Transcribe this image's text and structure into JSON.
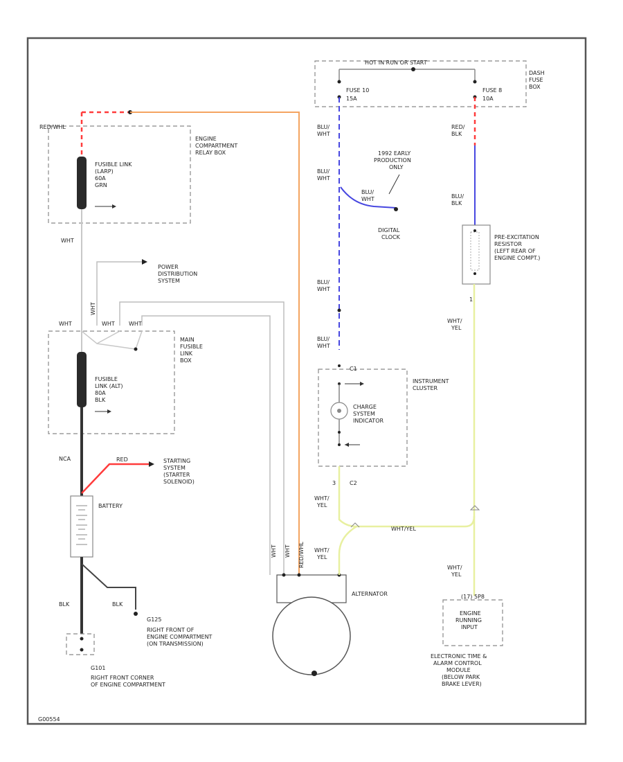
{
  "labels": {
    "hot_in_run_or_start": "HOT IN RUN OR START",
    "fuse_10": "FUSE 10",
    "fuse_10_amp": "15A",
    "fuse_8": "FUSE 8",
    "fuse_8_amp": "10A",
    "dash_fuse_box": "DASH FUSE BOX",
    "redwhl": "RED/WHL",
    "fusible_link_1": "FUSIBLE LINK",
    "fusible_link_1b": "(LARP)",
    "fusible_link_1c": "60A",
    "fusible_link_1d": "GRN",
    "engine_relay_box": "ENGINE COMPARTMENT RELAY BOX",
    "wht_1": "WHT",
    "power_distribution": "POWER DISTRIBUTION SYSTEM",
    "wht_2": "WHT",
    "wht_3": "WHT",
    "wht_4": "WHT",
    "wht_5": "WHT",
    "main_fusible_box": "MAIN FUSIBLE LINK BOX",
    "fusible_link_alt": "FUSIBLE LINK (ALT)",
    "fusible_link_alt_b": "80A",
    "fusible_link_alt_c": "BLK",
    "wire_nca": "NCA",
    "wire_red": "RED",
    "starting_system": "STARTING SYSTEM (STARTER SOLENOID)",
    "battery": "BATTERY",
    "blk_1": "BLK",
    "blk_2": "BLK",
    "g125": "G125",
    "g125_loc": "RIGHT FRONT OF ENGINE COMPARTMENT (ON TRANSMISSION)",
    "g101": "G101",
    "g101_loc": "RIGHT FRONT CORNER OF ENGINE COMPARTMENT",
    "blu_wht_1": "BLU/ WHT",
    "blu_wht_2": "BLU/ WHT",
    "blu_wht_3": "BLU/ WHT",
    "blu_wht_4": "BLU/ WHT",
    "early_production": "1992 EARLY PRODUCTION ONLY",
    "blu_wht_5": "BLU/ WHT",
    "digital_clock": "DIGITAL CLOCK",
    "red_blk": "RED/ BLK",
    "blu_blk": "BLU/ BLK",
    "pre_excitation": "PRE-EXCITATION RESISTOR (LEFT REAR OF ENGINE COMPT.)",
    "instrument_cluster": "INSTRUMENT CLUSTER",
    "c1": "C1",
    "c2": "C2",
    "charge_indicator": "CHARGE SYSTEM INDICATOR",
    "wht_yel_1": "WHT/ YEL",
    "wht_yel_2": "WHT/ YEL",
    "wht_yel_3": "WHT/ YEL",
    "wht_yel_4": "WHT/ YEL",
    "wht_yel_h": "WHT/YEL",
    "alternator": "ALTERNATOR",
    "engine_running_input": "ENGINE RUNNING INPUT",
    "etacm": "ELECTRONIC TIME & ALARM CONTROL MODULE (BELOW PARK BRAKE LEVER)",
    "pin_3": "3",
    "pin_1": "1",
    "pin_c28": "(17) 5P8",
    "alt_wht": "WHT",
    "alt_wht2": "WHT",
    "alt_redwhl": "RED/WHL",
    "footer_code": "G00554"
  },
  "colors": {
    "orange_wire": "#f4a460",
    "red_wire": "#ff3b3b",
    "blue_wire": "#4646e0",
    "yellow_wire": "#e8f0a0",
    "gray_wire": "#c8c8c8",
    "black_wire": "#333333"
  }
}
